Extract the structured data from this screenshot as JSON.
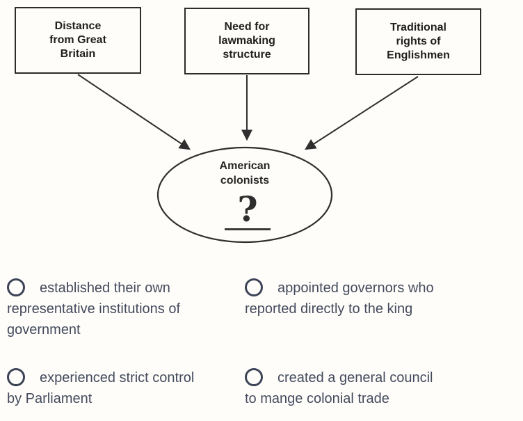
{
  "colors": {
    "background": "#fefdf9",
    "diagram_ink": "#2c2c2c",
    "option_text": "#444b5e",
    "radio_border": "#3d4458"
  },
  "diagram": {
    "boxes": [
      {
        "label": "Distance\nfrom Great\nBritain"
      },
      {
        "label": "Need for\nlawmaking\nstructure"
      },
      {
        "label": "Traditional\nrights of\nEnglishmen"
      }
    ],
    "ellipse_label": "American\ncolonists",
    "question_mark": "?"
  },
  "options": [
    {
      "label": "established their own\nrepresentative institutions of\ngovernment",
      "selected": false
    },
    {
      "label": "appointed governors who\nreported directly to the king",
      "selected": false
    },
    {
      "label": "experienced strict control\nby Parliament",
      "selected": false
    },
    {
      "label": "created a general council\nto mange colonial trade",
      "selected": false
    }
  ]
}
